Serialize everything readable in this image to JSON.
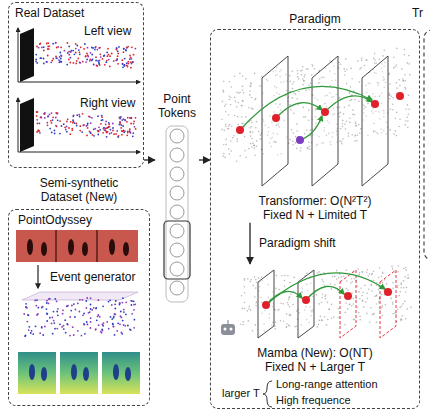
{
  "diagram": {
    "nodes": [
      {
        "text": [
          "Real Dataset"
        ]
      },
      {
        "text": [
          "Semi-synthetic Dataset (New)"
        ]
      },
      {
        "text": [
          "Point Tokens"
        ]
      },
      {
        "text": [
          "Paradigm"
        ]
      },
      {
        "text": [
          "Transformer: O(N²T²)",
          "Fixed N + Limited T"
        ],
        "in": 3
      },
      {
        "text": [
          "Mamba (New): O(NT)",
          "Fixed N + Larger T"
        ],
        "in": 3
      }
    ],
    "edges": [
      {
        "from": 0,
        "to": 2,
        "arrow": "to"
      },
      {
        "from": 2,
        "to": 3,
        "arrow": "to"
      },
      {
        "from": 4,
        "to": 5,
        "label": "Paradigm shift",
        "arrow": "to"
      }
    ],
    "labels": [
      "Left view",
      "Right view",
      "PointOdyssey",
      "Event generator",
      "larger T",
      "Long-range attention",
      "High frequence",
      "Tr"
    ]
  }
}
